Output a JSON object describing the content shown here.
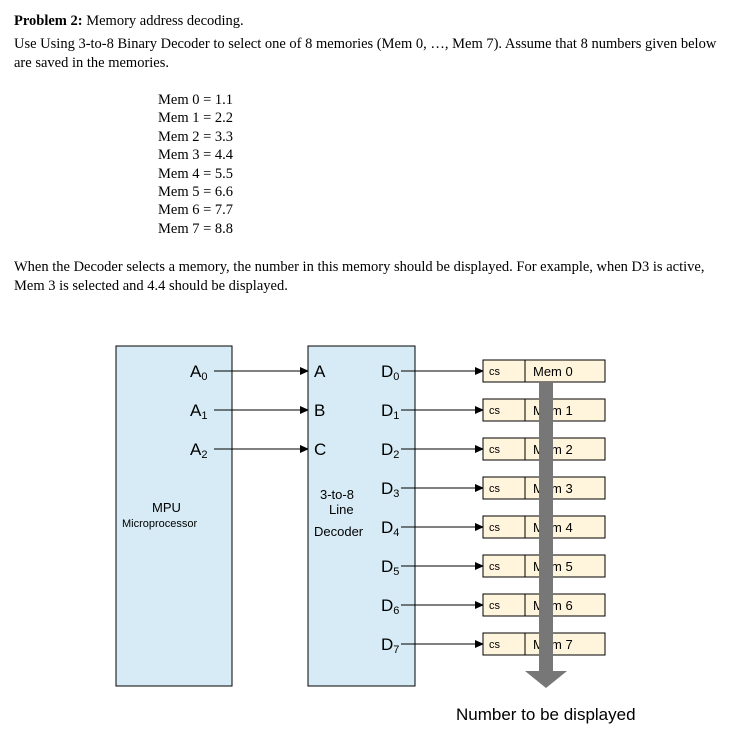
{
  "problem": {
    "title_bold": "Problem 2:",
    "title_rest": " Memory address decoding.",
    "intro": "Use Using 3-to-8 Binary Decoder to select one of 8 memories (Mem 0, …, Mem 7). Assume that 8 numbers given below are saved in the memories.",
    "memory_values": [
      "Mem 0 = 1.1",
      "Mem 1 = 2.2",
      "Mem 2 = 3.3",
      "Mem 3 = 4.4",
      "Mem 4 = 5.5",
      "Mem 5 = 6.6",
      "Mem 6 = 7.7",
      "Mem 7 = 8.8"
    ],
    "paragraph2": "When the Decoder selects a memory, the number in this memory should be displayed. For example, when D3 is active, Mem 3 is selected and 4.4 should be displayed."
  },
  "diagram": {
    "mpu_label": "MPU",
    "mpu_sublabel": "Microprocessor",
    "mpu_pins": [
      {
        "letter": "A",
        "sub": "0"
      },
      {
        "letter": "A",
        "sub": "1"
      },
      {
        "letter": "A",
        "sub": "2"
      }
    ],
    "decoder_inputs": [
      "A",
      "B",
      "C"
    ],
    "decoder_outputs": [
      {
        "letter": "D",
        "sub": "0"
      },
      {
        "letter": "D",
        "sub": "1"
      },
      {
        "letter": "D",
        "sub": "2"
      },
      {
        "letter": "D",
        "sub": "3"
      },
      {
        "letter": "D",
        "sub": "4"
      },
      {
        "letter": "D",
        "sub": "5"
      },
      {
        "letter": "D",
        "sub": "6"
      },
      {
        "letter": "D",
        "sub": "7"
      }
    ],
    "decoder_label_lines": [
      "3-to-8",
      "Line",
      "Decoder"
    ],
    "cs_label": "cs",
    "memories": [
      "Mem 0",
      "Mem 1",
      "Mem 2",
      "Mem 3",
      "Mem 4",
      "Mem 5",
      "Mem 6",
      "Mem 7"
    ],
    "output_label": "Number to be displayed",
    "colors": {
      "box_fill": "#d6ebf5",
      "mem_fill": "#fff4dc",
      "bus": "#777777"
    }
  }
}
